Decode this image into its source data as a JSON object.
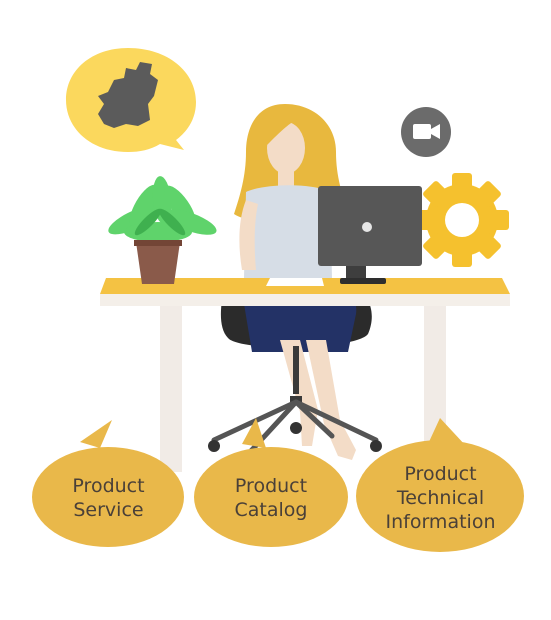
{
  "bubbles": {
    "product_service": "Product\nService",
    "product_catalog": "Product\nCatalog",
    "product_technical_information": "Product\nTechnical\nInformation"
  },
  "icons": {
    "map": "map-region-icon",
    "video": "video-camera-icon",
    "settings": "gear-icon",
    "monitor": "monitor-icon"
  },
  "colors": {
    "accent_yellow": "#f0c340",
    "bubble_yellow": "#e9b84a",
    "dark_gray": "#555555",
    "desk_leg": "#f1ebe6",
    "plant_green": "#5fd36b",
    "pot_brown": "#8a5a4a",
    "skirt_navy": "#233266"
  }
}
